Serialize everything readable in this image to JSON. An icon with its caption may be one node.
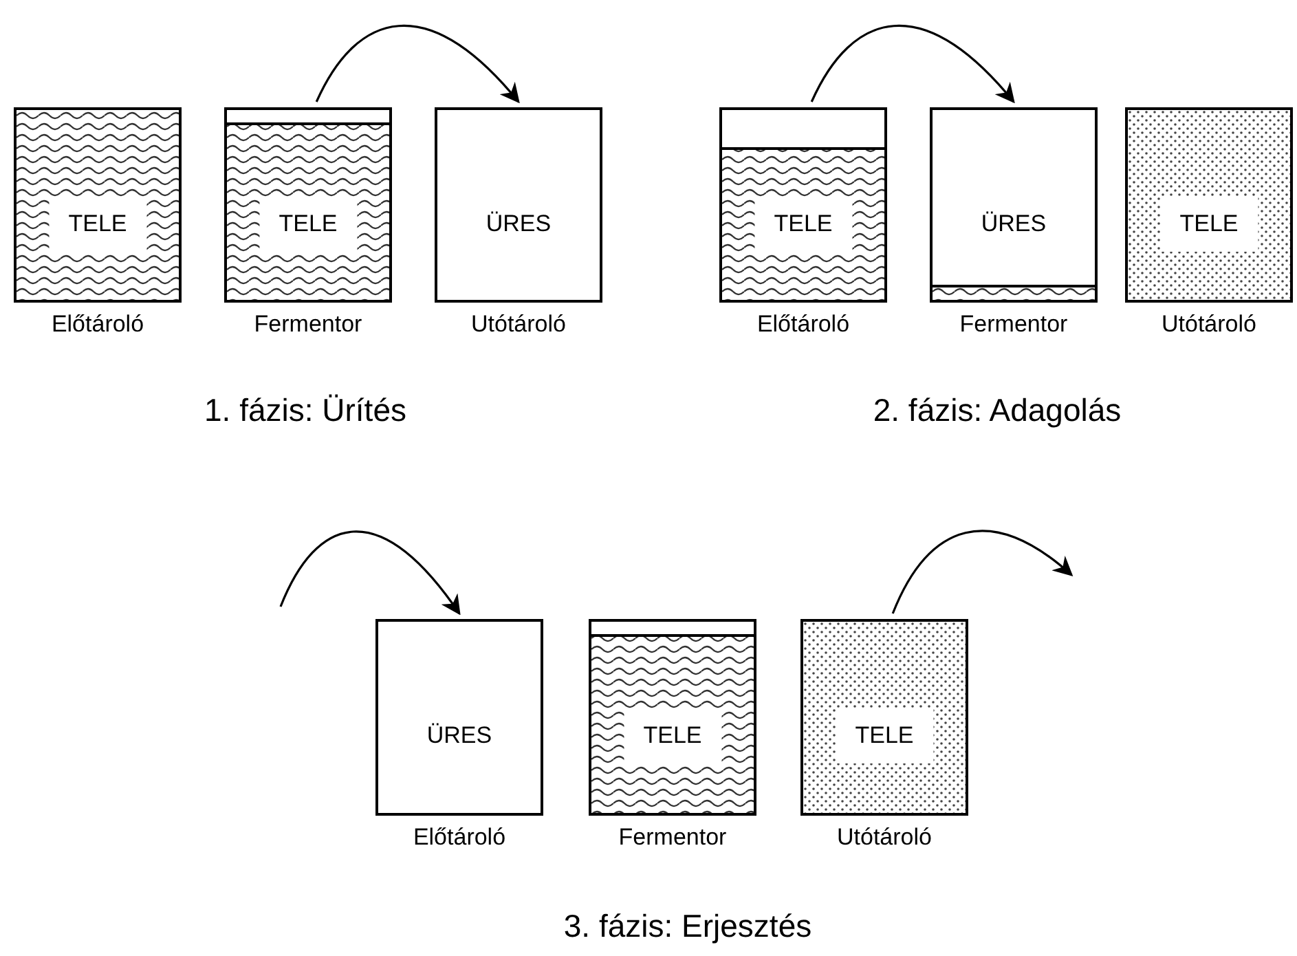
{
  "diagram": {
    "nodes": [
      {
        "text": [
          "TELE"
        ],
        "beside": [
          "Előtároló"
        ]
      },
      {
        "text": [
          "TELE"
        ],
        "beside": [
          "Fermentor"
        ]
      },
      {
        "text": [
          "ÜRES"
        ],
        "beside": [
          "Utótároló"
        ]
      },
      {
        "text": [
          "TELE"
        ],
        "beside": [
          "Előtároló"
        ]
      },
      {
        "text": [
          "ÜRES"
        ],
        "beside": [
          "Fermentor"
        ]
      },
      {
        "text": [
          "TELE"
        ],
        "beside": [
          "Utótároló"
        ]
      },
      {
        "text": [
          "ÜRES"
        ],
        "beside": [
          "Előtároló"
        ]
      },
      {
        "text": [
          "TELE"
        ],
        "beside": [
          "Fermentor"
        ]
      },
      {
        "text": [
          "TELE"
        ],
        "beside": [
          "Utótároló"
        ]
      }
    ],
    "edges": [
      {
        "from": 1,
        "to": 2,
        "arrow": "to"
      },
      {
        "from": 3,
        "to": 4,
        "arrow": "to"
      },
      {
        "from": null,
        "to": 6,
        "arrow": "to"
      },
      {
        "from": 8,
        "to": null,
        "arrow": "to"
      }
    ],
    "labels": [
      "1. fázis: Ürítés",
      "2. fázis: Adagolás",
      "3. fázis: Erjesztés"
    ]
  }
}
